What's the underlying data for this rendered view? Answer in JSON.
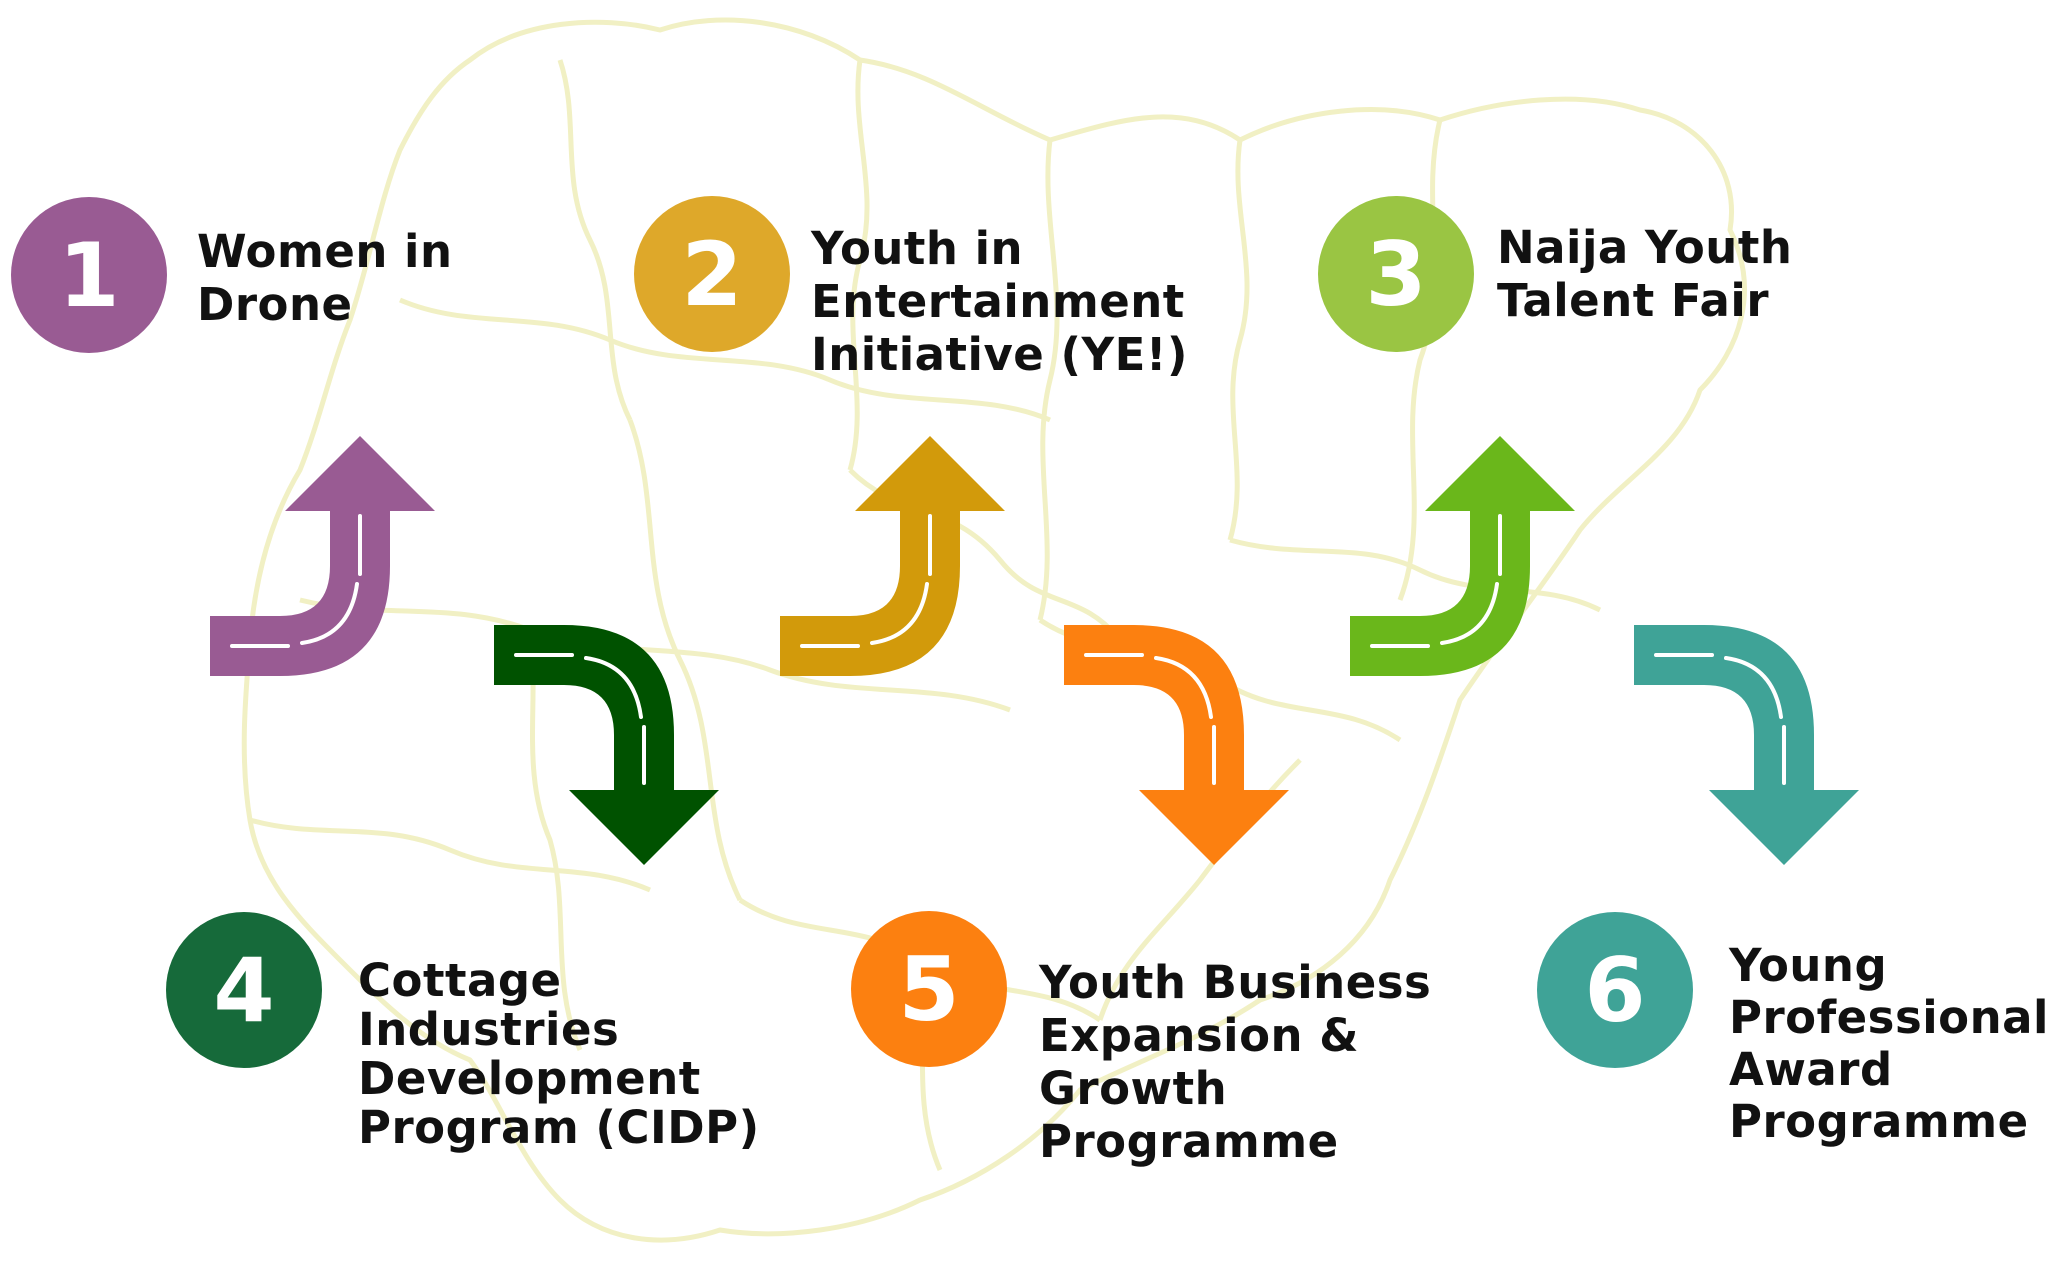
{
  "steps": [
    {
      "number": "1",
      "lines": [
        "Women in",
        "Drone"
      ],
      "color": "#995b93"
    },
    {
      "number": "2",
      "lines": [
        "Youth in",
        "Entertainment",
        "Initiative (YE!)"
      ],
      "color": "#dea82a"
    },
    {
      "number": "3",
      "lines": [
        "Naija Youth",
        "Talent Fair"
      ],
      "color": "#9ac543"
    },
    {
      "number": "4",
      "lines": [
        "Cottage",
        "Industries",
        "Development",
        "Program (CIDP)"
      ],
      "color": "#166a3a"
    },
    {
      "number": "5",
      "lines": [
        "Youth Business",
        "Expansion &",
        "Growth",
        "Programme"
      ],
      "color": "#fc8010"
    },
    {
      "number": "6",
      "lines": [
        "Young",
        "Professionals",
        "Award",
        "Programme"
      ],
      "color": "#3fa397"
    }
  ],
  "arrows": [
    {
      "direction": "up",
      "color": "#995b93"
    },
    {
      "direction": "down",
      "color": "#005200"
    },
    {
      "direction": "up",
      "color": "#d29a0b"
    },
    {
      "direction": "down",
      "color": "#fc8010"
    },
    {
      "direction": "up",
      "color": "#6ab71b"
    },
    {
      "direction": "down",
      "color": "#3fa397"
    }
  ],
  "map_outline_color": "#f1f0c4"
}
